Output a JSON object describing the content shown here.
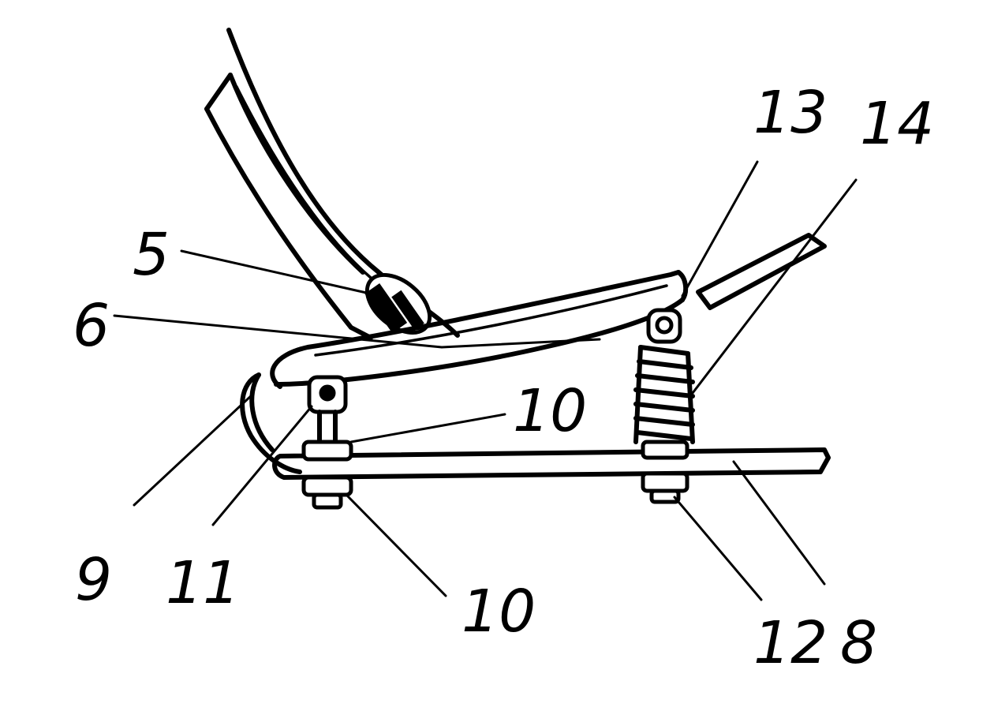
{
  "labels": {
    "l5": "5",
    "l6": "6",
    "l9": "9",
    "l11": "11",
    "l10a": "10",
    "l10b": "10",
    "l13": "13",
    "l14": "14",
    "l12": "12",
    "l8": "8"
  }
}
